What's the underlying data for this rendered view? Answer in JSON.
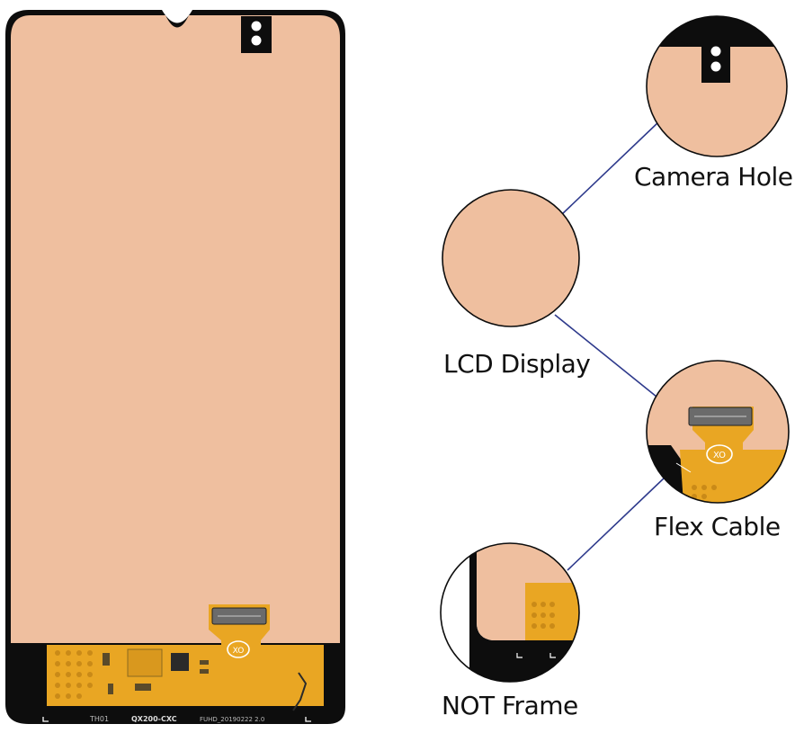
{
  "labels": {
    "camera_hole": "Camera Hole",
    "lcd_display": "LCD Display",
    "flex_cable": "Flex Cable",
    "not_frame": "NOT Frame"
  },
  "board_text": {
    "code_1": "TH01",
    "code_2": "QX200-CXC",
    "code_3": "FUHD_20190222 2.0",
    "logo": "XO"
  },
  "colors": {
    "panel": "#EFBF9F",
    "bezel": "#0d0d0d",
    "flex": "#E9A623",
    "connector": "#6b6b6b",
    "leader_line": "#2e3a8c"
  }
}
